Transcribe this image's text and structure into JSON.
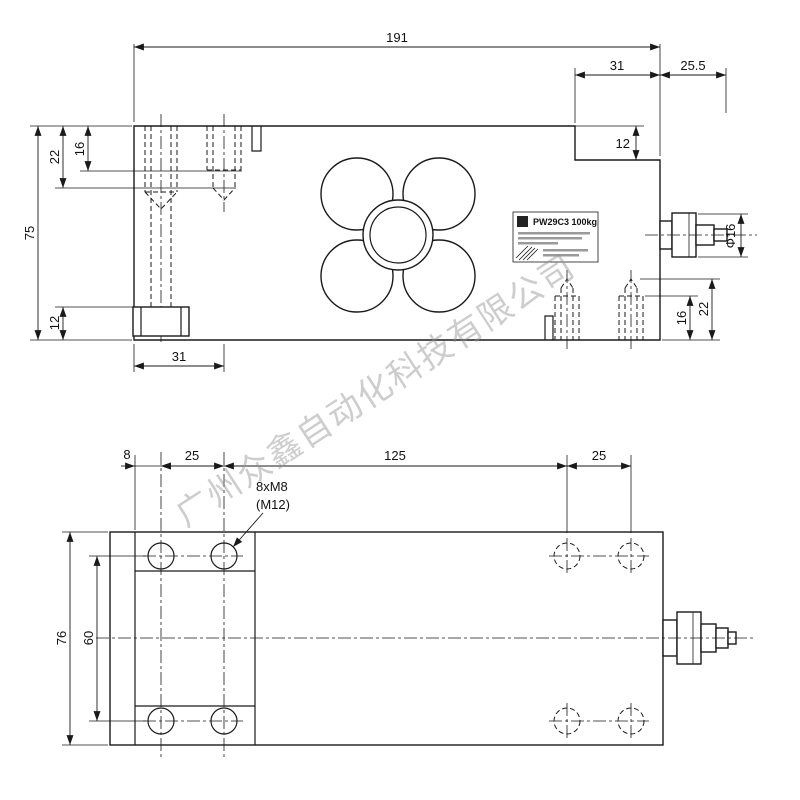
{
  "watermark": {
    "text": "广州众鑫自动化科技有限公司"
  },
  "label": {
    "title": "PW29C3 100kg"
  },
  "top_view": {
    "dim_overall": "191",
    "dim_step_width": "31",
    "dim_connector": "25.5",
    "dim_step_depth": "12",
    "dim_height": "75",
    "dim_hole_depth_22": "22",
    "dim_hole_depth_16": "16",
    "dim_head_height": "12",
    "dim_hole_offset": "31",
    "dim_right_hole_16": "16",
    "dim_right_hole_22": "22",
    "dim_connector_dia": "Φ16"
  },
  "bottom_view": {
    "dim_edge_8": "8",
    "dim_pitch_25_left": "25",
    "dim_span_125": "125",
    "dim_pitch_25_right": "25",
    "dim_width_76": "76",
    "dim_pitch_60": "60",
    "callout_line1": "8xM8",
    "callout_line2": "(M12)"
  }
}
